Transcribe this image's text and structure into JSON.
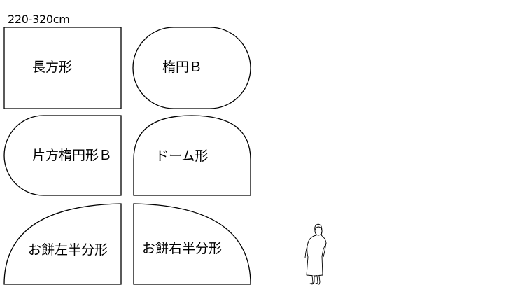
{
  "size_label": "220-320cm",
  "shapes": {
    "rectangle": "長方形",
    "ellipse_b": "楕円Ｂ",
    "half_ellipse_b": "片方楕円形Ｂ",
    "dome": "ドーム形",
    "omochi_left_half": "お餅左半分形",
    "omochi_right_half": "お餅右半分形"
  },
  "colors": {
    "line": "#000000",
    "background": "#ffffff"
  }
}
